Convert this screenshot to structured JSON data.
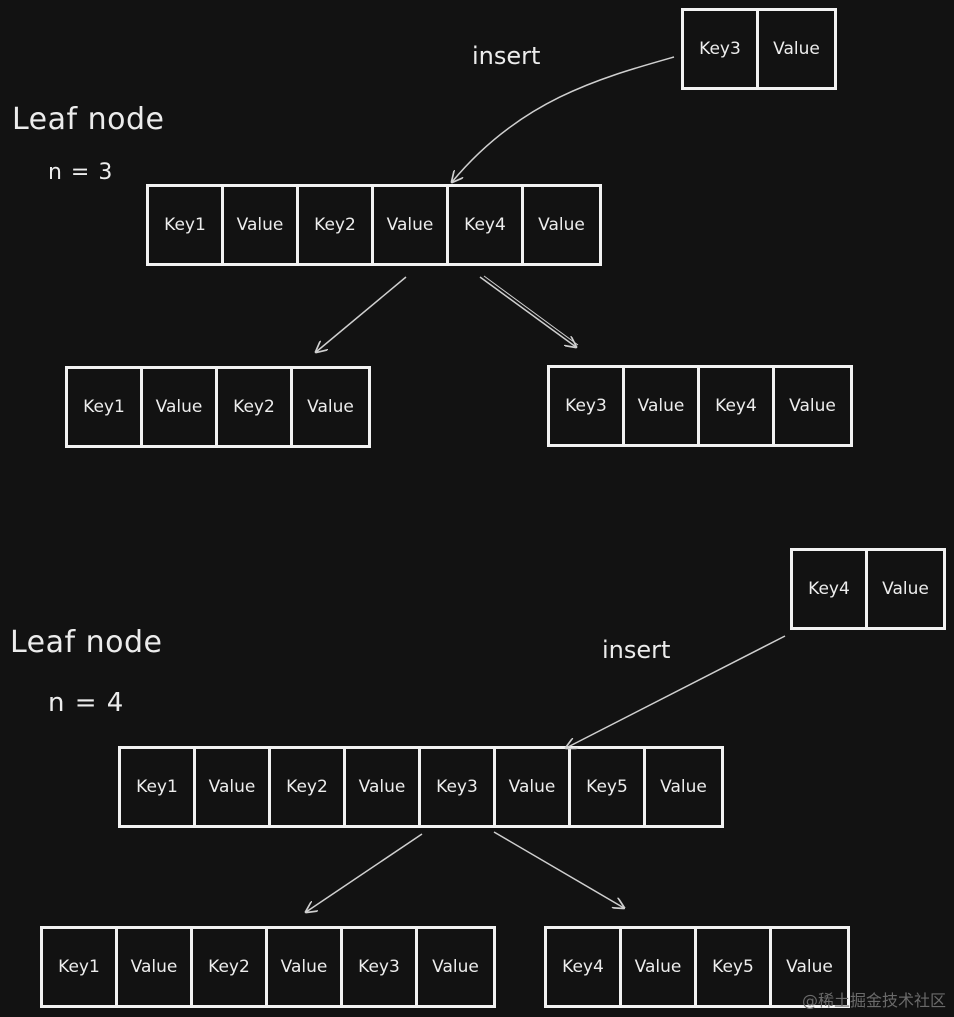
{
  "diagram1": {
    "heading": "Leaf node",
    "n_label": "n = 3",
    "insert_label": "insert",
    "insert_node": [
      "Key3",
      "Value"
    ],
    "parent_node": [
      "Key1",
      "Value",
      "Key2",
      "Value",
      "Key4",
      "Value"
    ],
    "left_child": [
      "Key1",
      "Value",
      "Key2",
      "Value"
    ],
    "right_child": [
      "Key3",
      "Value",
      "Key4",
      "Value"
    ]
  },
  "diagram2": {
    "heading": "Leaf node",
    "n_label": "n = 4",
    "insert_label": "insert",
    "insert_node": [
      "Key4",
      "Value"
    ],
    "parent_node": [
      "Key1",
      "Value",
      "Key2",
      "Value",
      "Key3",
      "Value",
      "Key5",
      "Value"
    ],
    "left_child": [
      "Key1",
      "Value",
      "Key2",
      "Value",
      "Key3",
      "Value"
    ],
    "right_child": [
      "Key4",
      "Value",
      "Key5",
      "Value"
    ]
  },
  "watermark": "@稀土掘金技术社区",
  "colors": {
    "background": "#121212",
    "stroke": "#f2f2f2",
    "arrow": "#cfcfcf"
  }
}
